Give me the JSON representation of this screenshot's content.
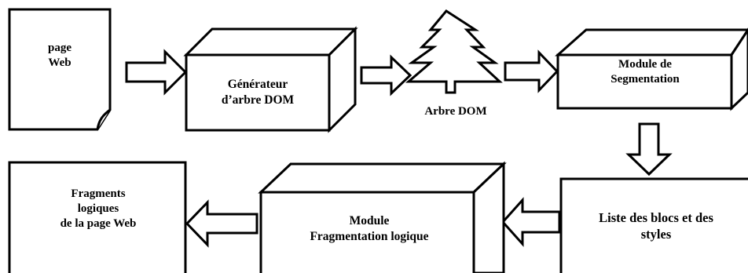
{
  "nodes": {
    "page_web": {
      "lines": [
        "page",
        "Web"
      ]
    },
    "dom_generator": {
      "lines": [
        "Générateur",
        "d’arbre DOM"
      ]
    },
    "dom_tree": {
      "label": "Arbre DOM"
    },
    "segmentation_module": {
      "lines": [
        "Module de",
        "Segmentation"
      ]
    },
    "blocks_styles_list": {
      "lines": [
        "Liste des  blocs et des",
        "styles"
      ]
    },
    "logical_fragmentation_module": {
      "lines": [
        "Module",
        "Fragmentation logique"
      ]
    },
    "logical_fragments": {
      "lines": [
        "Fragments",
        "logiques",
        "de la page Web"
      ]
    }
  },
  "colors": {
    "stroke": "#000000",
    "fill": "#ffffff"
  }
}
